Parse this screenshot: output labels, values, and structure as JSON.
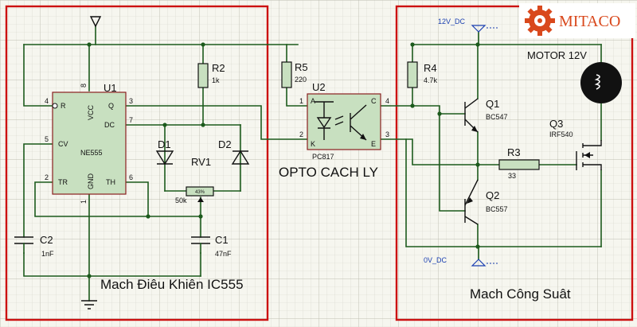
{
  "brand": {
    "name": "MITACO",
    "color": "#d9481c"
  },
  "colors": {
    "wire": "#1c5a1c",
    "frame": "#cc1111",
    "body": "#c8e0c0",
    "rail": "#1a3fb0"
  },
  "labels": {
    "control_title": "Mach Điêu Khiên IC555",
    "power_title": "Mach Công Suât",
    "opto_title": "OPTO CACH LY",
    "rail_top": "12V_DC",
    "rail_bottom": "0V_DC"
  },
  "components": {
    "u1": {
      "ref": "U1",
      "part": "NE555",
      "pins": {
        "r": "R",
        "vcc": "VCC",
        "q": "Q",
        "dc": "DC",
        "cv": "CV",
        "tr": "TR",
        "gnd": "GND",
        "th": "TH"
      },
      "pin_numbers": {
        "p4": "4",
        "p8": "8",
        "p3": "3",
        "p7": "7",
        "p5": "5",
        "p2": "2",
        "p1": "1",
        "p6": "6"
      }
    },
    "r2": {
      "ref": "R2",
      "value": "1k"
    },
    "r5": {
      "ref": "R5",
      "value": "220"
    },
    "r4": {
      "ref": "R4",
      "value": "4.7k"
    },
    "r3": {
      "ref": "R3",
      "value": "33"
    },
    "d1": {
      "ref": "D1"
    },
    "d2": {
      "ref": "D2"
    },
    "rv1": {
      "ref": "RV1",
      "value": "50k",
      "setting": "43%"
    },
    "c1": {
      "ref": "C1",
      "value": "47nF"
    },
    "c2": {
      "ref": "C2",
      "value": "1nF"
    },
    "u2": {
      "ref": "U2",
      "part": "PC817",
      "pins": {
        "a": "A",
        "k": "K",
        "c": "C",
        "e": "E"
      },
      "pin_numbers": {
        "p1": "1",
        "p2": "2",
        "p4": "4",
        "p3": "3"
      }
    },
    "q1": {
      "ref": "Q1",
      "part": "BC547"
    },
    "q2": {
      "ref": "Q2",
      "part": "BC557"
    },
    "q3": {
      "ref": "Q3",
      "part": "IRF540"
    },
    "motor": {
      "label": "MOTOR 12V"
    }
  }
}
